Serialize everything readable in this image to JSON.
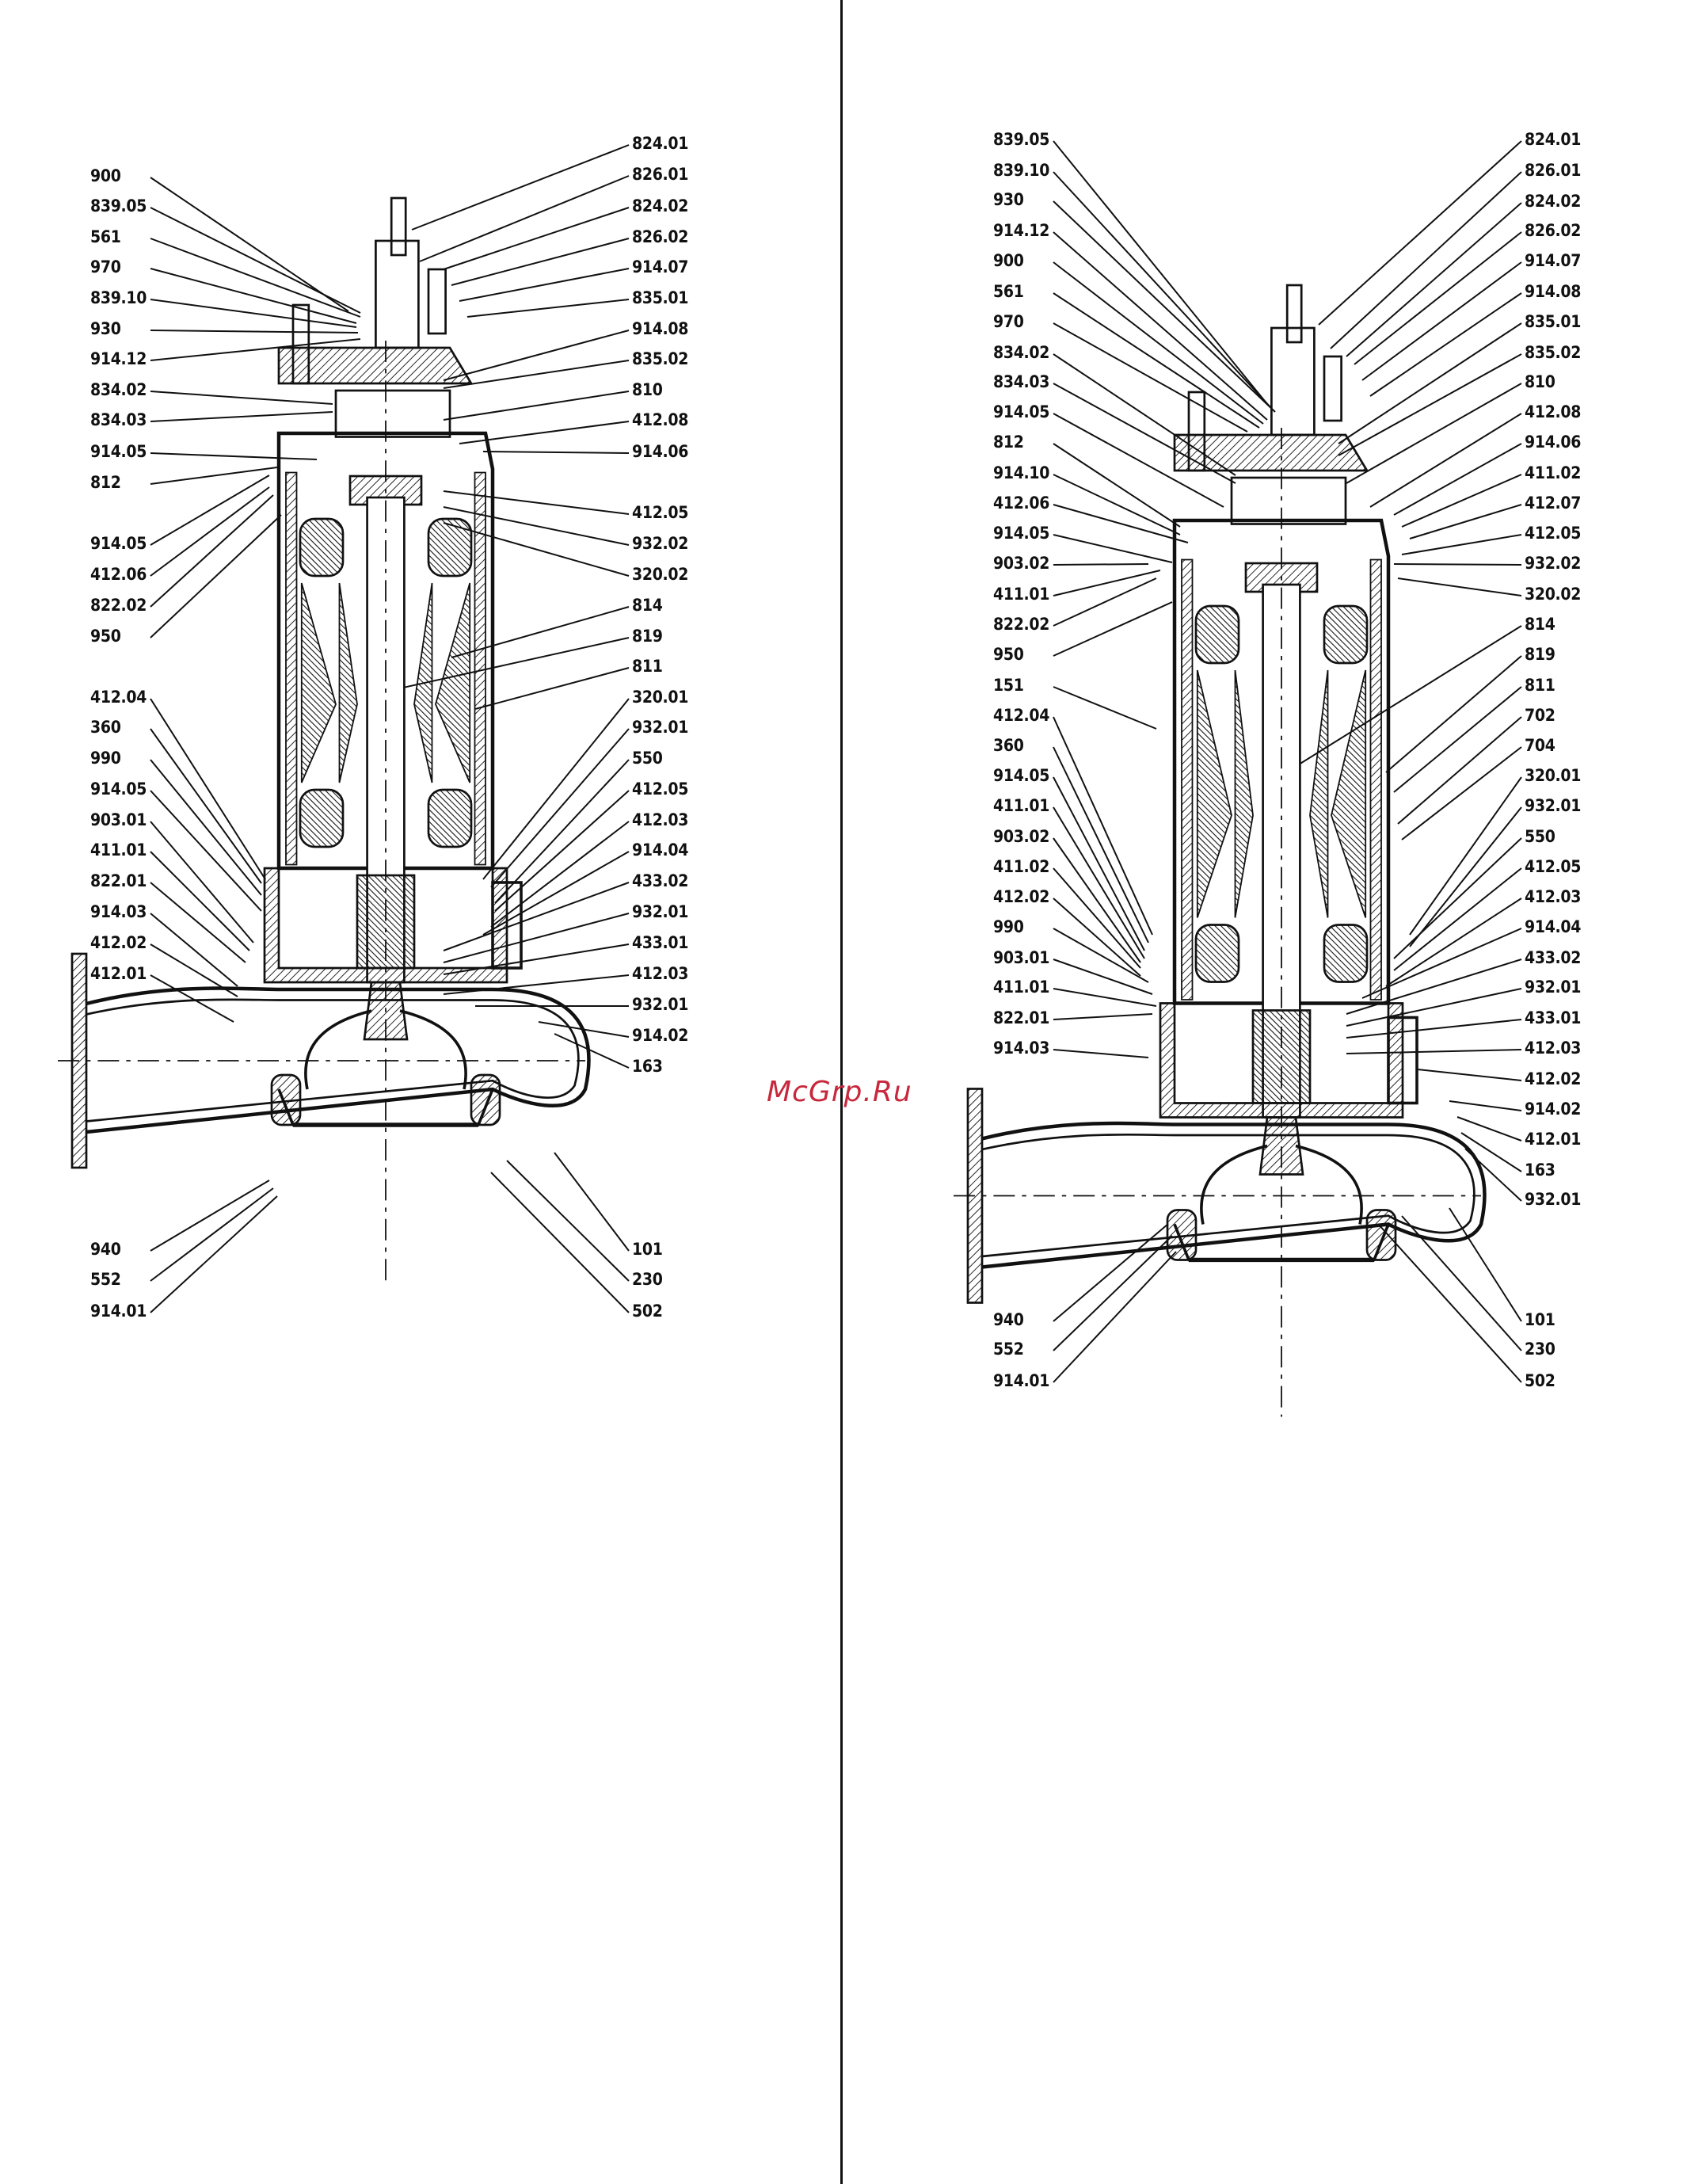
{
  "watermark": "McGrp.Ru",
  "colors": {
    "ink": "#111111",
    "watermark": "#c8283c"
  },
  "left_drawing": {
    "left_labels": [
      "900",
      "839.05",
      "561",
      "970",
      "839.10",
      "930",
      "914.12",
      "834.02",
      "834.03",
      "914.05",
      "812",
      "914.05",
      "412.06",
      "822.02",
      "950",
      "412.04",
      "360",
      "990",
      "914.05",
      "903.01",
      "411.01",
      "822.01",
      "914.03",
      "412.02",
      "412.01",
      "940",
      "552",
      "914.01"
    ],
    "right_labels": [
      "824.01",
      "826.01",
      "824.02",
      "826.02",
      "914.07",
      "835.01",
      "914.08",
      "835.02",
      "810",
      "412.08",
      "914.06",
      "412.05",
      "932.02",
      "320.02",
      "814",
      "819",
      "811",
      "320.01",
      "932.01",
      "550",
      "412.05",
      "412.03",
      "914.04",
      "433.02",
      "932.01",
      "433.01",
      "412.03",
      "932.01",
      "914.02",
      "163",
      "101",
      "230",
      "502"
    ]
  },
  "right_drawing": {
    "left_labels": [
      "839.05",
      "839.10",
      "930",
      "914.12",
      "900",
      "561",
      "970",
      "834.02",
      "834.03",
      "914.05",
      "812",
      "914.10",
      "412.06",
      "914.05",
      "903.02",
      "411.01",
      "822.02",
      "950",
      "151",
      "412.04",
      "360",
      "914.05",
      "411.01",
      "903.02",
      "411.02",
      "412.02",
      "990",
      "903.01",
      "411.01",
      "822.01",
      "914.03",
      "940",
      "552",
      "914.01"
    ],
    "right_labels": [
      "824.01",
      "826.01",
      "824.02",
      "826.02",
      "914.07",
      "914.08",
      "835.01",
      "835.02",
      "810",
      "412.08",
      "914.06",
      "411.02",
      "412.07",
      "412.05",
      "932.02",
      "320.02",
      "814",
      "819",
      "811",
      "702",
      "704",
      "320.01",
      "932.01",
      "550",
      "412.05",
      "412.03",
      "914.04",
      "433.02",
      "932.01",
      "433.01",
      "412.03",
      "412.02",
      "914.02",
      "412.01",
      "163",
      "932.01",
      "101",
      "230",
      "502"
    ]
  }
}
